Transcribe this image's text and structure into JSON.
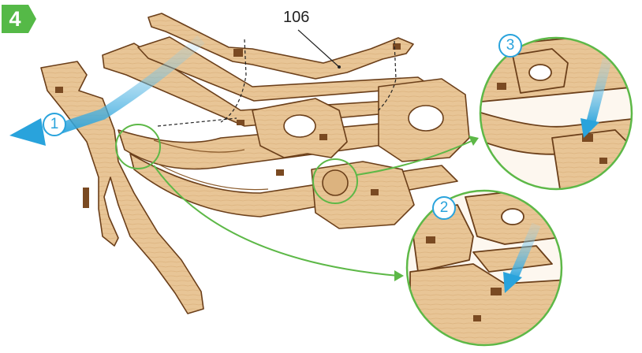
{
  "step": {
    "number": "4",
    "badge_color": "#55b947"
  },
  "part_label": "106",
  "callouts": [
    "1",
    "2",
    "3"
  ],
  "colors": {
    "wood": "#e8c596",
    "wood_edge": "#8a5a2b",
    "arrow_blue": "#29a3dc",
    "zoom_green": "#5db847"
  }
}
